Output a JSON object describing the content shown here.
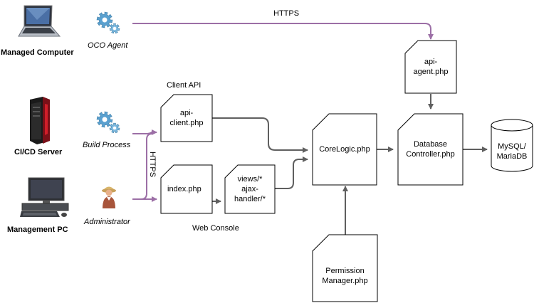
{
  "colors": {
    "https_edge": "#9c6fa6",
    "internal_edge": "#5f5f5f",
    "node_stroke": "#000000",
    "node_fill": "#ffffff"
  },
  "actors": {
    "managed_computer": {
      "label": "Managed Computer",
      "icon": "laptop-icon"
    },
    "oco_agent": {
      "label": "OCO Agent",
      "icon": "gears-icon"
    },
    "cicd_server": {
      "label": "CI/CD Server",
      "icon": "server-tower-icon"
    },
    "build_process": {
      "label": "Build Process",
      "icon": "gears-icon"
    },
    "management_pc": {
      "label": "Management PC",
      "icon": "desktop-pc-icon"
    },
    "administrator": {
      "label": "Administrator",
      "icon": "person-icon"
    }
  },
  "nodes": {
    "api_agent": "api-\nagent.php",
    "api_client": "api-\nclient.php",
    "index": "index.php",
    "views": "views/*\najax-\nhandler/*",
    "corelogic": "CoreLogic.php",
    "database_controller": "Database\nController.php",
    "mysql": "MySQL/\nMariaDB",
    "permission_manager": "Permission\nManager.php"
  },
  "group_labels": {
    "client_api": "Client API",
    "web_console": "Web Console"
  },
  "edge_labels": {
    "https_top": "HTTPS",
    "https_vertical": "HTTPS"
  }
}
